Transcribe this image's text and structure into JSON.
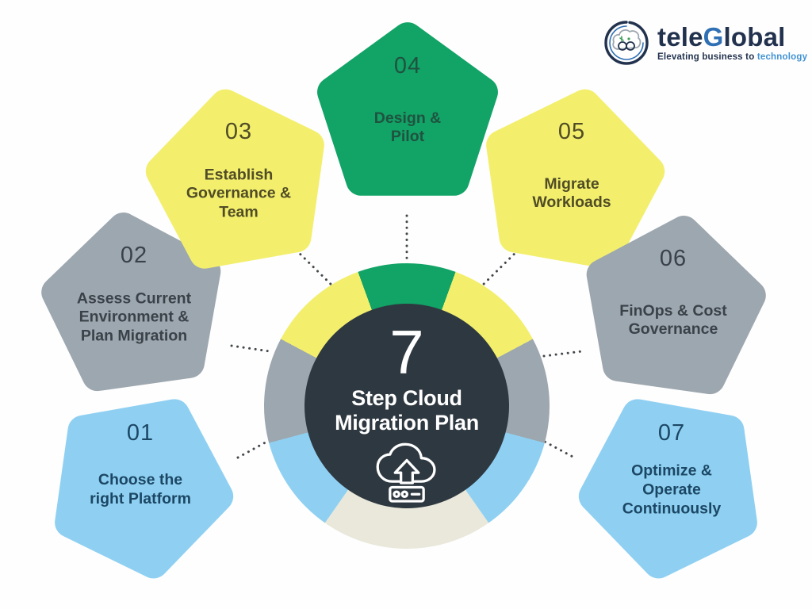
{
  "palette": {
    "green": "#12A366",
    "yellow": "#F3EF6D",
    "gray": "#9DA7AF",
    "blue": "#8FD0F2",
    "cream": "#E9E8DB",
    "dark": "#2E3840",
    "dot": "#44474A",
    "text-on-green": "#1F5340",
    "text-on-yellow": "#504C26",
    "text-on-gray": "#3A4149",
    "text-on-blue": "#1C4764",
    "navy": "#22324E",
    "brand-blue": "#2F6FB4",
    "tagline-blue": "#4293D4"
  },
  "logo": {
    "brand_prefix": "tele",
    "brand_accent": "G",
    "brand_suffix": "lobal",
    "tagline_prefix": "Elevating business to ",
    "tagline_accent": "technology"
  },
  "center": {
    "number": "7",
    "title": "Step Cloud\nMigration Plan",
    "icon": "cloud-upload-server-icon"
  },
  "steps": [
    {
      "number": "01",
      "label": "Choose the\nright Platform",
      "color": "blue"
    },
    {
      "number": "02",
      "label": "Assess Current\nEnvironment &\nPlan Migration",
      "color": "gray"
    },
    {
      "number": "03",
      "label": "Establish\nGovernance &\nTeam",
      "color": "yellow"
    },
    {
      "number": "04",
      "label": "Design &\nPilot",
      "color": "green"
    },
    {
      "number": "05",
      "label": "Migrate\nWorkloads",
      "color": "yellow"
    },
    {
      "number": "06",
      "label": "FinOps & Cost\nGovernance",
      "color": "gray"
    },
    {
      "number": "07",
      "label": "Optimize &\nOperate\nContinuously",
      "color": "blue"
    }
  ]
}
